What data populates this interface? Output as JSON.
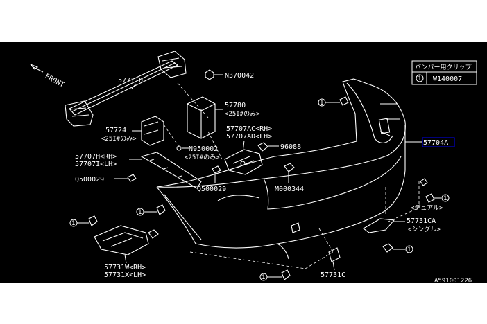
{
  "diagram": {
    "direction_label": "FRONT",
    "legend": {
      "header": "バンパー用クリップ",
      "ref": "1",
      "code": "W140007"
    },
    "highlight_color": "#0000cc",
    "labels": {
      "p57711D": "57711D",
      "n370042": "N370042",
      "p57780": "57780",
      "p57780_note": "<25I#のみ>",
      "p57724": "57724",
      "p57724_note": "<25I#のみ>",
      "p57707AC": "57707AC<RH>",
      "p57707AD": "57707AD<LH>",
      "n950002": "N950002",
      "n950002_note": "<25I#のみ>",
      "p96088": "96088",
      "p57707H": "57707H<RH>",
      "p57707I": "57707I<LH>",
      "q500029a": "Q500029",
      "q500029b": "Q500029",
      "m000344": "M000344",
      "p57704A": "57704A",
      "dual_note": "<デュアル>",
      "p57731CA": "57731CA",
      "single_note": "<シングル>",
      "p57731W": "57731W<RH>",
      "p57731X": "57731X<LH>",
      "p57731C": "57731C",
      "drawing_id": "A591001226"
    },
    "callouts": [
      "1",
      "1",
      "1",
      "1",
      "1",
      "1",
      "1"
    ]
  }
}
